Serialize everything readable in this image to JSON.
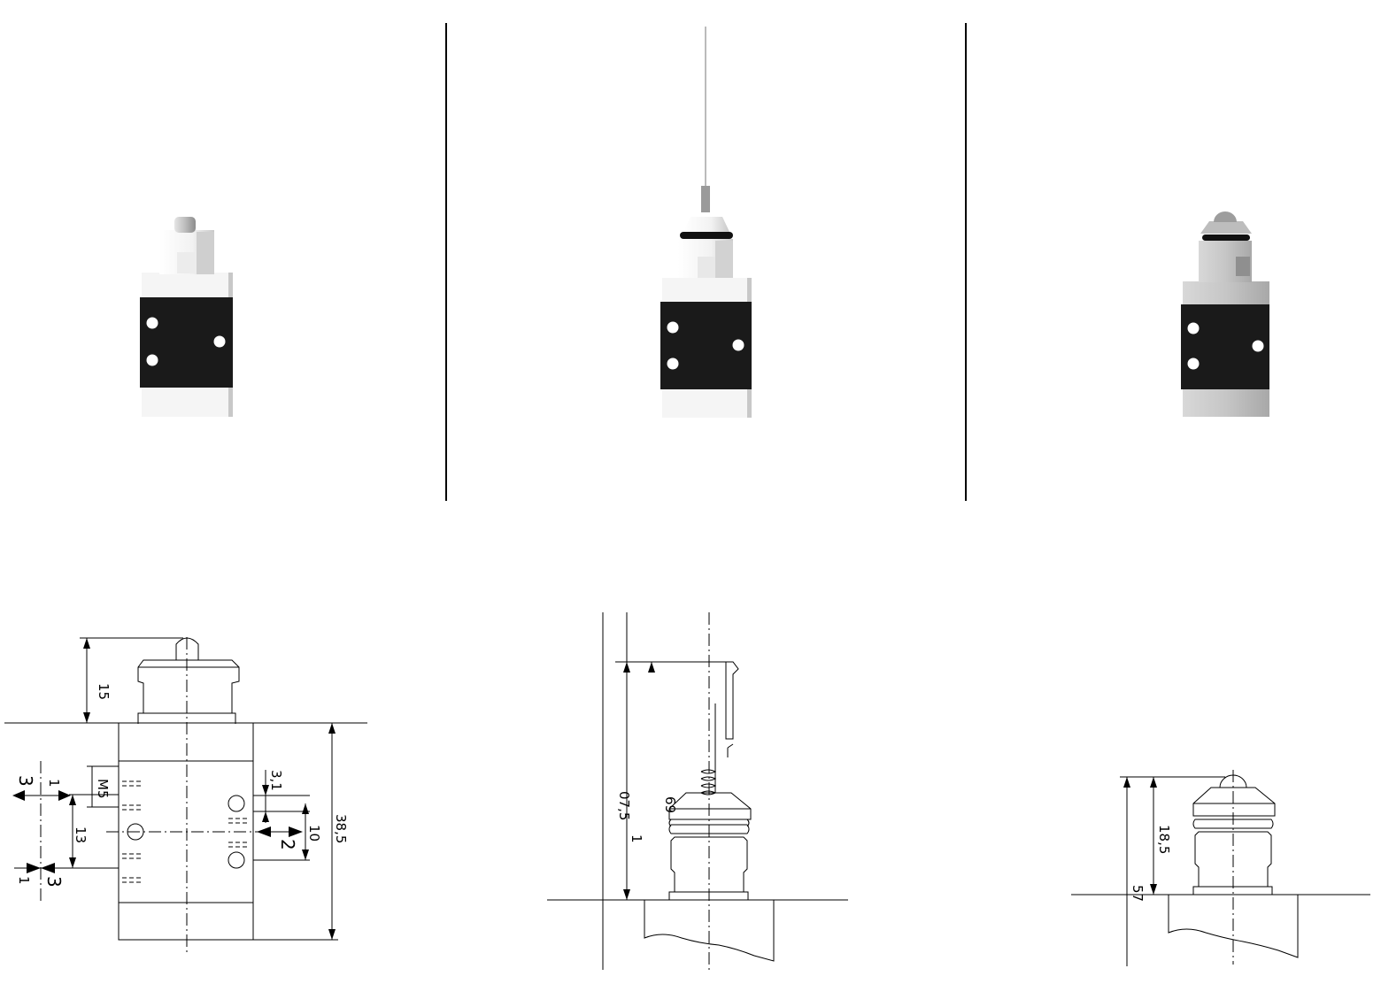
{
  "drawing": {
    "view1": {
      "dim_height_top": "15",
      "dim_height_body": "38,5",
      "thread": "M5",
      "dim_3_1": "3,1",
      "dim_10": "10",
      "dim_13": "13",
      "dim_1_top": "1",
      "dim_1_bottom": "1",
      "port_3_top": "3",
      "port_3_bottom": "3",
      "port_2": "2"
    },
    "view2": {
      "dim_total": "07,5",
      "dim_1": "1",
      "dim_69": "69"
    },
    "view3": {
      "dim_18_5": "18,5",
      "dim_57": "57"
    }
  }
}
